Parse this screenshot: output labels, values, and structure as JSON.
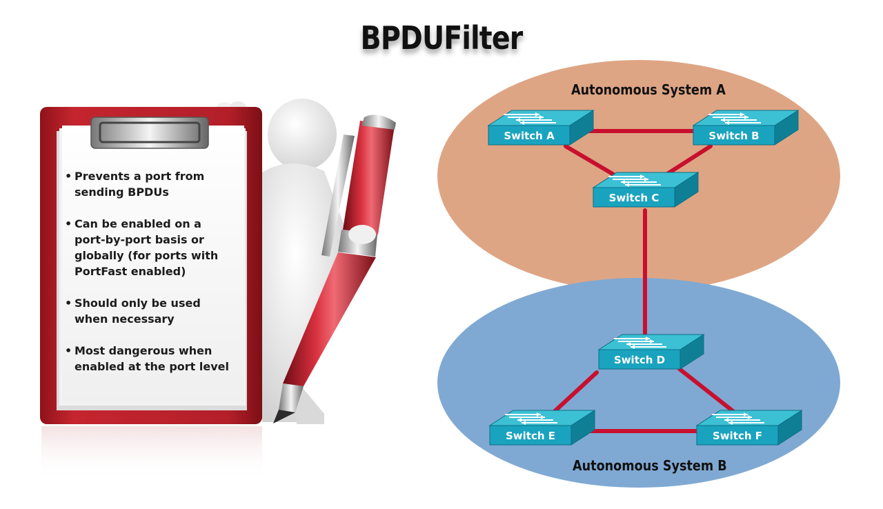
{
  "title": "BPDUFilter",
  "bullets": [
    "Prevents a port from sending BPDUs",
    "Can be enabled on a port-by-port basis or globally (for ports with PortFast enabled)",
    "Should only be used when necessary",
    "Most dangerous when enabled at the port level"
  ],
  "bullet_glyph": "•",
  "diagram": {
    "as_a_label": "Autonomous System A",
    "as_b_label": "Autonomous System B",
    "switches": {
      "a": "Switch A",
      "b": "Switch B",
      "c": "Switch C",
      "d": "Switch D",
      "e": "Switch E",
      "f": "Switch F"
    },
    "links": [
      [
        "Switch A",
        "Switch B"
      ],
      [
        "Switch A",
        "Switch C"
      ],
      [
        "Switch B",
        "Switch C"
      ],
      [
        "Switch C",
        "Switch D"
      ],
      [
        "Switch D",
        "Switch E"
      ],
      [
        "Switch D",
        "Switch F"
      ],
      [
        "Switch E",
        "Switch F"
      ]
    ]
  },
  "colors": {
    "as_a_fill": "#dea584",
    "as_b_fill": "#7fa9d3",
    "link": "#c8102e",
    "switch_top": "#3cc0d4",
    "switch_front": "#1aa3bf",
    "switch_side": "#0f7f96",
    "clipboard": "#b3202a",
    "pen": "#b31b2a"
  }
}
